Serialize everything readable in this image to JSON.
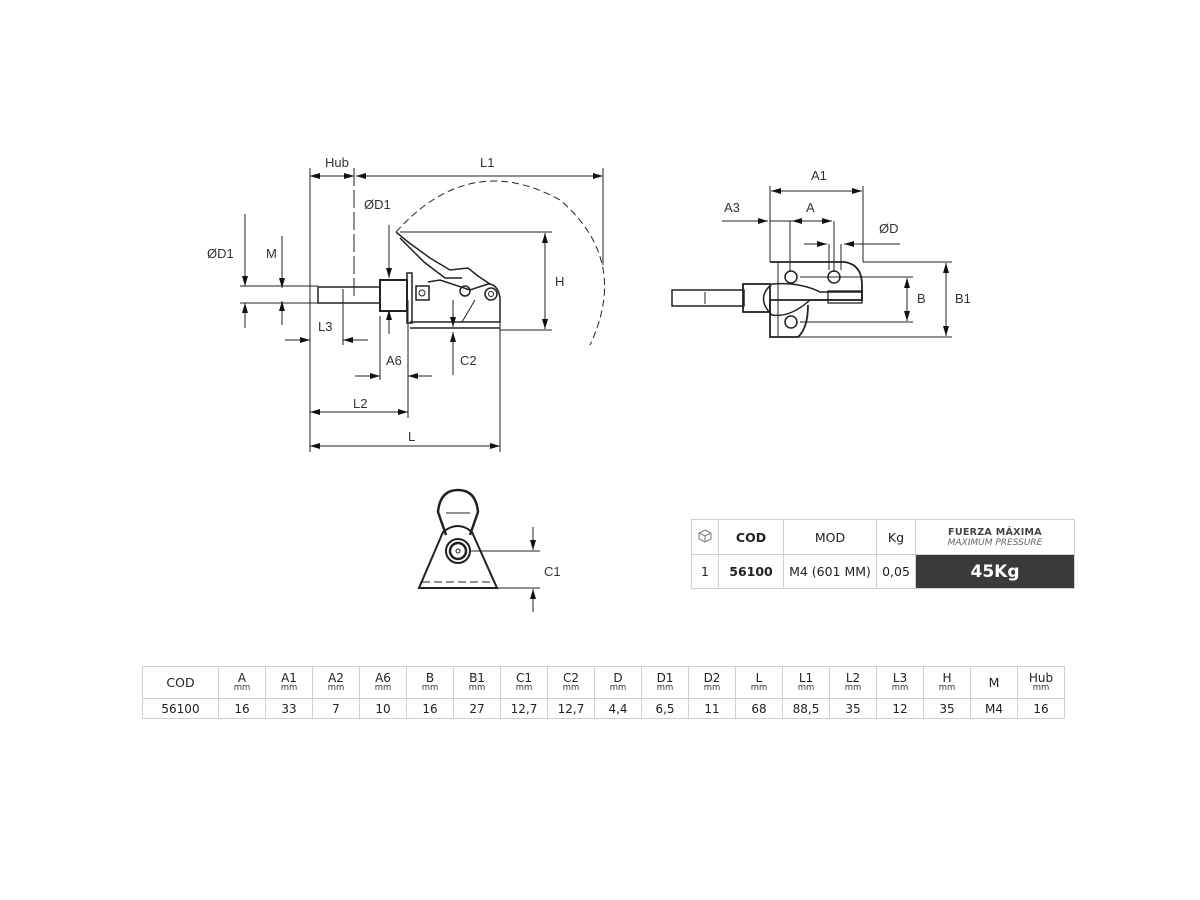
{
  "drawing": {
    "side_view_labels": {
      "hub": "Hub",
      "l1": "L1",
      "d1_top": "ØD1",
      "d1_left": "ØD1",
      "m": "M",
      "h": "H",
      "l3": "L3",
      "a6": "A6",
      "c2": "C2",
      "l2": "L2",
      "l": "L"
    },
    "top_view_labels": {
      "a1": "A1",
      "a3": "A3",
      "a": "A",
      "d": "ØD",
      "b": "B",
      "b1": "B1"
    },
    "front_view_labels": {
      "c1": "C1"
    }
  },
  "product_table": {
    "icon": "cube-icon",
    "headers": {
      "cod": "COD",
      "mod": "MOD",
      "kg": "Kg",
      "force_title": "FUERZA MÁXIMA",
      "force_subtitle": "MAXIMUM PRESSURE"
    },
    "row": {
      "qty": "1",
      "cod": "56100",
      "mod": "M4 (601 MM)",
      "kg": "0,05",
      "force": "45Kg"
    }
  },
  "spec_table": {
    "cod_header": "COD",
    "unit": "mm",
    "columns": [
      {
        "label": "A",
        "unit": "mm",
        "value": "16"
      },
      {
        "label": "A1",
        "unit": "mm",
        "value": "33"
      },
      {
        "label": "A2",
        "unit": "mm",
        "value": "7"
      },
      {
        "label": "A6",
        "unit": "mm",
        "value": "10"
      },
      {
        "label": "B",
        "unit": "mm",
        "value": "16"
      },
      {
        "label": "B1",
        "unit": "mm",
        "value": "27"
      },
      {
        "label": "C1",
        "unit": "mm",
        "value": "12,7"
      },
      {
        "label": "C2",
        "unit": "mm",
        "value": "12,7"
      },
      {
        "label": "D",
        "unit": "mm",
        "value": "4,4"
      },
      {
        "label": "D1",
        "unit": "mm",
        "value": "6,5"
      },
      {
        "label": "D2",
        "unit": "mm",
        "value": "11"
      },
      {
        "label": "L",
        "unit": "mm",
        "value": "68"
      },
      {
        "label": "L1",
        "unit": "mm",
        "value": "88,5"
      },
      {
        "label": "L2",
        "unit": "mm",
        "value": "35"
      },
      {
        "label": "L3",
        "unit": "mm",
        "value": "12"
      },
      {
        "label": "H",
        "unit": "mm",
        "value": "35"
      },
      {
        "label": "M",
        "unit": "",
        "value": "M4"
      },
      {
        "label": "Hub",
        "unit": "mm",
        "value": "16"
      }
    ],
    "cod_value": "56100"
  }
}
